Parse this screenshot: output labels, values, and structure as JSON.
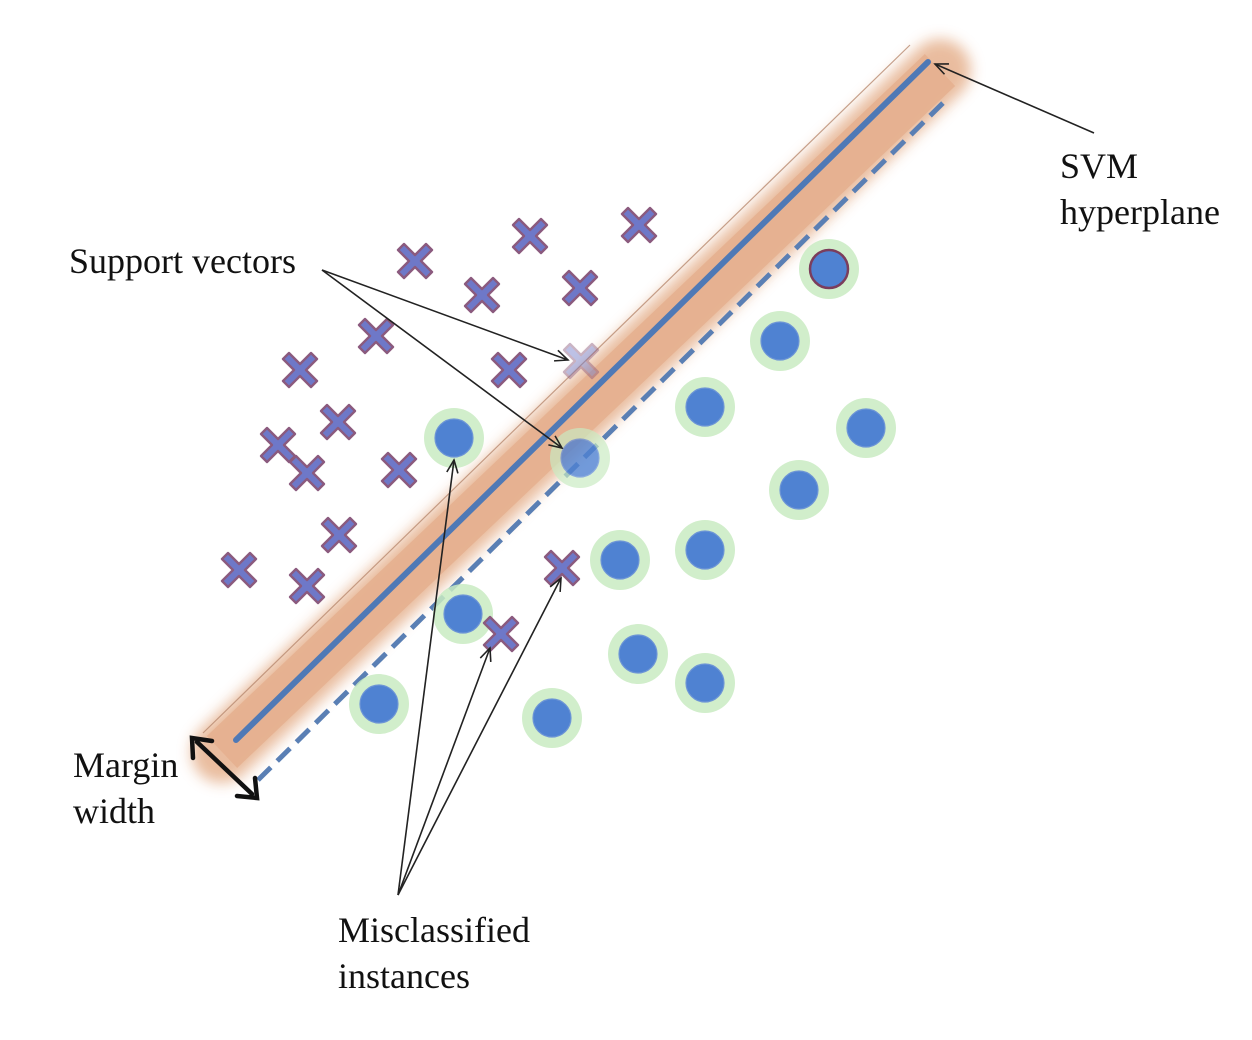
{
  "labels": {
    "svm_line1": "SVM",
    "svm_line2": "hyperplane",
    "support_vectors": "Support vectors",
    "margin_line1": "Margin",
    "margin_line2": "width",
    "misclassified_line1": "Misclassified",
    "misclassified_line2": "instances"
  },
  "colors": {
    "margin_band": "#e8b99a",
    "hyperplane": "#4f79b6",
    "margin_boundary_dashed": "#5a7fb4",
    "circle_fill": "#4f82d2",
    "circle_glow": "#c9ebc2",
    "cross_fill": "#6e78c8",
    "cross_outline": "#8b5a7e",
    "arrow": "#222222"
  },
  "classes": {
    "cross": {
      "icon": "cross-marker"
    },
    "circle": {
      "icon": "circle-marker"
    }
  }
}
